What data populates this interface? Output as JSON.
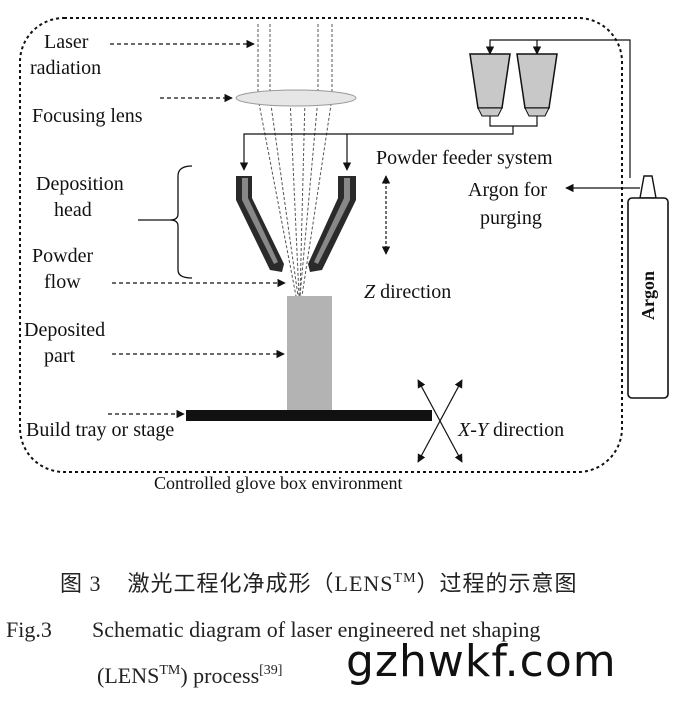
{
  "labels": {
    "laser_radiation_1": "Laser",
    "laser_radiation_2": "radiation",
    "focusing_lens": "Focusing lens",
    "deposition_head_1": "Deposition",
    "deposition_head_2": "head",
    "powder_flow_1": "Powder",
    "powder_flow_2": "flow",
    "deposited_part_1": "Deposited",
    "deposited_part_2": "part",
    "build_tray": "Build tray or stage",
    "powder_feeder": "Powder feeder system",
    "argon_purging_1": "Argon for",
    "argon_purging_2": "purging",
    "z_direction_italic": "Z",
    "z_direction_rest": " direction",
    "xy_direction_italic": "X-Y",
    "xy_direction_rest": " direction",
    "argon_tank": "Argon",
    "glove_box": "Controlled glove box environment"
  },
  "caption": {
    "cn_prefix": "图 3",
    "cn_text": "激光工程化净成形（LENS",
    "cn_sup": "TM",
    "cn_suffix": "）过程的示意图",
    "en_fig": "Fig.3",
    "en_line1": "Schematic diagram of laser engineered net shaping",
    "en_line2_a": "(LENS",
    "en_line2_sup": "TM",
    "en_line2_b": ") process",
    "en_ref": "[39]"
  },
  "watermark": "gzhwkf.com",
  "colors": {
    "ink": "#111111",
    "part_gray": "#b3b3b3",
    "lens_fill": "#e6e6e6",
    "hopper_fill": "#c8c8c8",
    "tank_fill": "#ffffff",
    "nozzle_dark": "#2a2a2a"
  }
}
